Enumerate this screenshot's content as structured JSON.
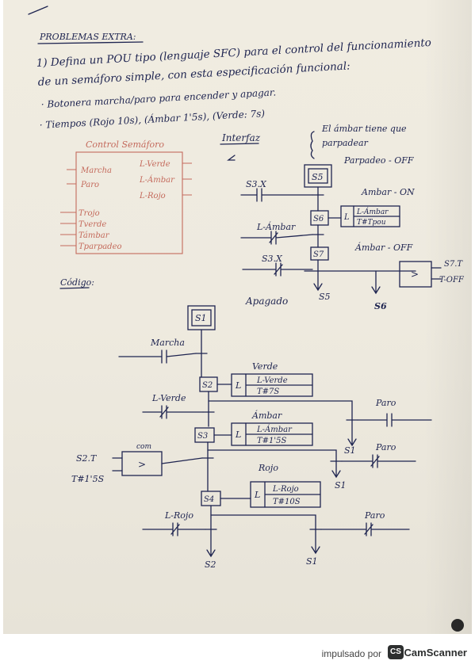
{
  "header": {
    "title": "PROBLEMAS EXTRA:",
    "q_line1": "1) Defina un POU tipo (lenguaje SFC) para el control del funcionamiento",
    "q_line2": "de un semáforo simple, con esta especificación funcional:",
    "bullet1": "· Botonera marcha/paro para encender y apagar.",
    "bullet2": "· Tiempos (Rojo 10s), (Ámbar 1'5s), (Verde: 7s)"
  },
  "pou": {
    "title": "Control Semáforo",
    "in_marcha": "Marcha",
    "in_paro": "Paro",
    "out_verde": "L-Verde",
    "out_ambar": "L-Ámbar",
    "out_rojo": "L-Rojo",
    "p_trojo": "Trojo",
    "p_tverde": "Tverde",
    "p_tambar": "Támbar",
    "p_tparpadeo": "Tparpadeo"
  },
  "interfaz": {
    "label": "Interfaz",
    "note1": "El ámbar tiene que",
    "note2": "parpadear",
    "note3": "Parpadeo - OFF",
    "ambar_on": "Ambar - ON",
    "ambar_off": "Ámbar - OFF",
    "s5": "S5",
    "s6": "S6",
    "s7": "S7",
    "s3x_a": "S3.X",
    "s3x_b": "S3.X",
    "lambar": "L-Ámbar",
    "act_l": "L",
    "act_var": "L-Ámbar",
    "act_time": "T#Tpou",
    "cmp_sym": ">",
    "s7t": "S7.T",
    "toff": "T-OFF",
    "apagado": "Apagado",
    "goto_s5": "S5",
    "goto_s6": "S6"
  },
  "codigo": {
    "label": "Código:",
    "s1": "S1",
    "marcha": "Marcha",
    "verde_caption": "Verde",
    "s2": "S2",
    "a2_l": "L",
    "a2_var": "L-Verde",
    "a2_time": "T#7S",
    "lverde": "L-Verde",
    "paro1": "Paro",
    "goto_s1a": "S1",
    "ambar_caption": "Ámbar",
    "s3": "S3",
    "a3_l": "L",
    "a3_var": "L-Ámbar",
    "a3_time": "T#1'5S",
    "cmp_caption": "com",
    "cmp_sym": ">",
    "s2t": "S2.T",
    "t15": "T#1'5S",
    "paro2": "Paro",
    "goto_s1b": "S1",
    "rojo_caption": "Rojo",
    "s4": "S4",
    "a4_l": "L",
    "a4_var": "L-Rojo",
    "a4_time": "T#10S",
    "lrojo": "L-Rojo",
    "paro3": "Paro",
    "goto_s2": "S2",
    "goto_s1c": "S1"
  },
  "footer": {
    "powered_by": "impulsado por",
    "logo_text": "CS",
    "brand": "CamScanner"
  }
}
